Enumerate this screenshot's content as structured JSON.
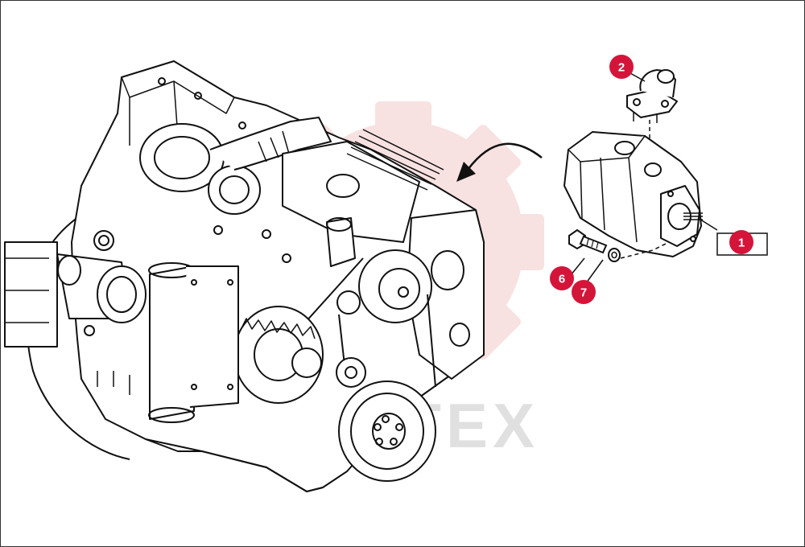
{
  "callouts": [
    {
      "id": "part-1",
      "label": "1"
    },
    {
      "id": "part-2",
      "label": "2"
    },
    {
      "id": "part-6",
      "label": "6"
    },
    {
      "id": "part-7",
      "label": "7"
    }
  ],
  "watermark": {
    "text": "ИНТЕХ",
    "color": "#f4c9c9",
    "text_color": "#d9d9d9"
  },
  "colors": {
    "callout_fill": "#d5143a",
    "line": "#111111",
    "background": "#ffffff"
  },
  "icons": {
    "arrow": "curved-arrow-icon",
    "watermark": "gear-watermark-icon"
  }
}
